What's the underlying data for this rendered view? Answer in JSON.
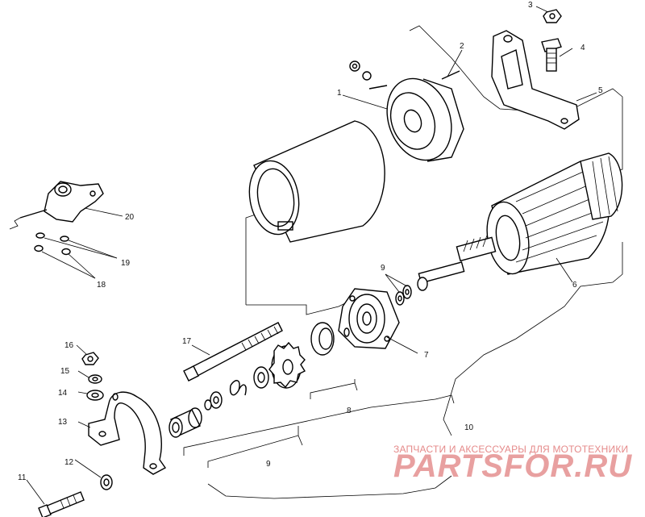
{
  "callouts": [
    {
      "id": "c1",
      "text": "1"
    },
    {
      "id": "c2",
      "text": "2"
    },
    {
      "id": "c3",
      "text": "3"
    },
    {
      "id": "c4",
      "text": "4"
    },
    {
      "id": "c5",
      "text": "5"
    },
    {
      "id": "c6",
      "text": "6"
    },
    {
      "id": "c7",
      "text": "7"
    },
    {
      "id": "c8",
      "text": "8"
    },
    {
      "id": "c9a",
      "text": "9"
    },
    {
      "id": "c9b",
      "text": "9"
    },
    {
      "id": "c10",
      "text": "10"
    },
    {
      "id": "c11",
      "text": "11"
    },
    {
      "id": "c12",
      "text": "12"
    },
    {
      "id": "c13",
      "text": "13"
    },
    {
      "id": "c14",
      "text": "14"
    },
    {
      "id": "c15",
      "text": "15"
    },
    {
      "id": "c16",
      "text": "16"
    },
    {
      "id": "c17",
      "text": "17"
    },
    {
      "id": "c18",
      "text": "18"
    },
    {
      "id": "c19",
      "text": "19"
    },
    {
      "id": "c20",
      "text": "20"
    }
  ],
  "watermark": {
    "line1": "ЗАПЧАСТИ И АКСЕССУАРЫ ДЛЯ МОТОТЕХНИКИ",
    "line2": "PARTSFOR.RU"
  }
}
